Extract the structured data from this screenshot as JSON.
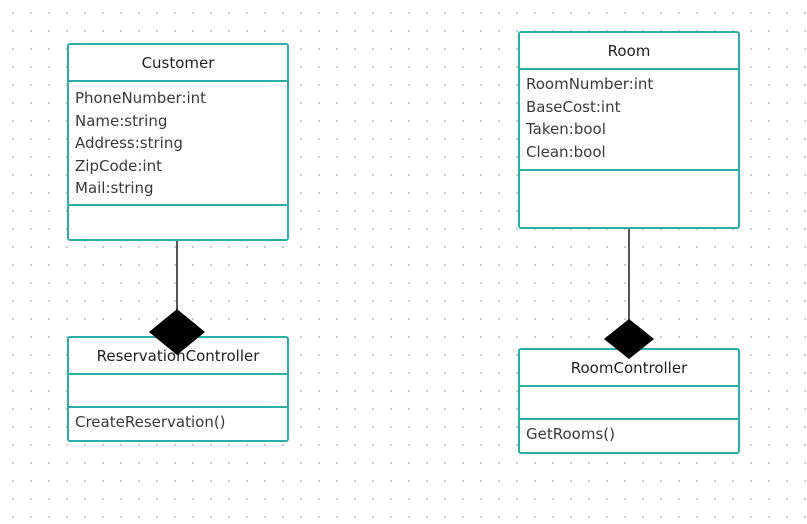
{
  "classes": {
    "customer": {
      "name": "Customer",
      "attributes": [
        "PhoneNumber:int",
        "Name:string",
        "Address:string",
        "ZipCode:int",
        "Mail:string"
      ],
      "methods": []
    },
    "room": {
      "name": "Room",
      "attributes": [
        "RoomNumber:int",
        "BaseCost:int",
        "Taken:bool",
        "Clean:bool"
      ],
      "methods": []
    },
    "reservation_controller": {
      "name": "ReservationController",
      "attributes": [],
      "methods": [
        "CreateReservation()"
      ]
    },
    "room_controller": {
      "name": "RoomController",
      "attributes": [],
      "methods": [
        "GetRooms()"
      ]
    }
  },
  "relationships": [
    {
      "type": "composition",
      "whole": "ReservationController",
      "part": "Customer"
    },
    {
      "type": "composition",
      "whole": "RoomController",
      "part": "Room"
    }
  ],
  "colors": {
    "class_border": "#2aaea6",
    "connector_line": "#555555",
    "diamond_fill": "#000000"
  }
}
